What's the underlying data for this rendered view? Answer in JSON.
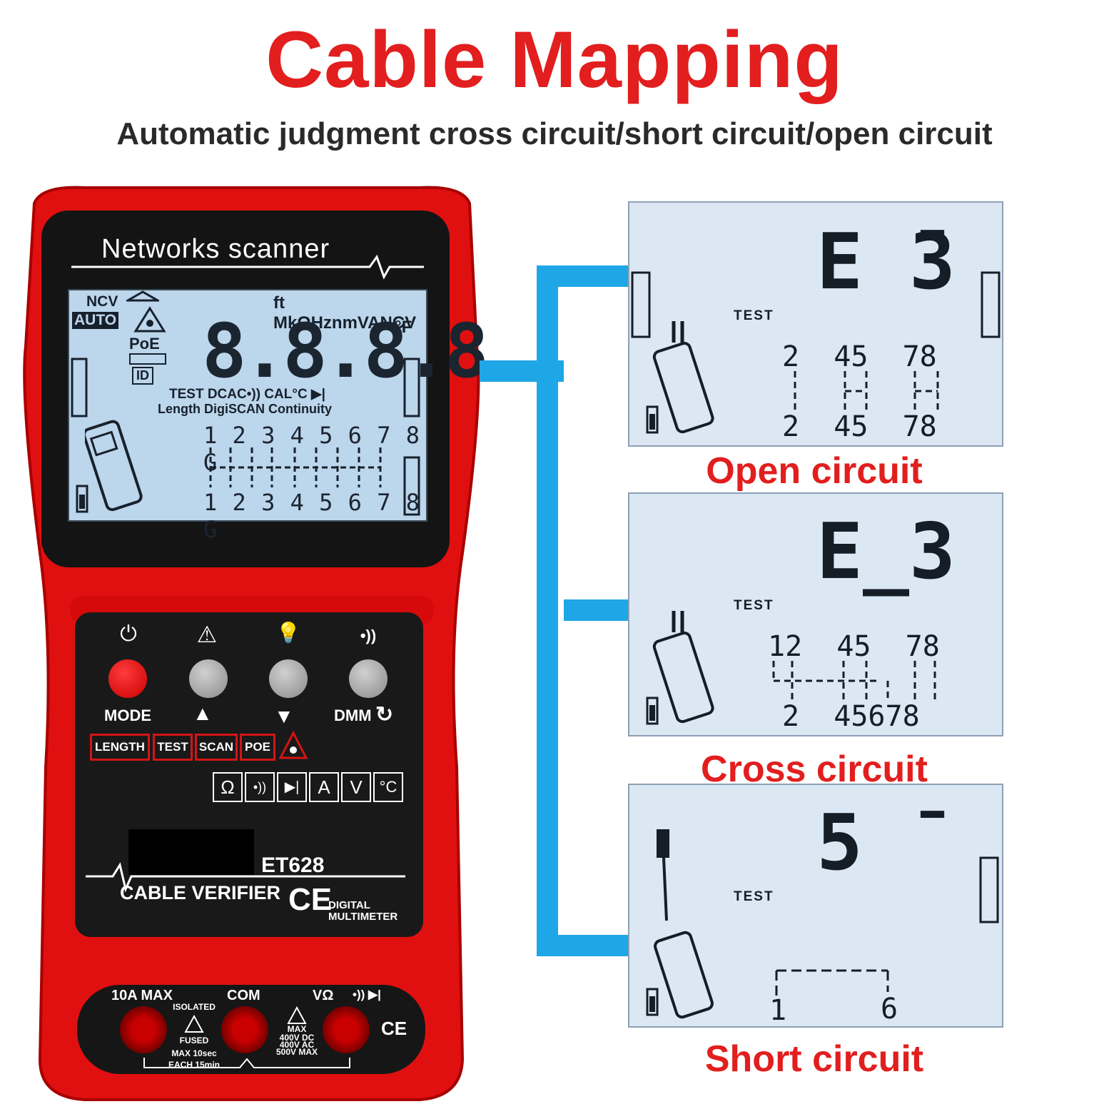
{
  "headline": {
    "title": "Cable Mapping",
    "subtitle": "Automatic judgment cross circuit/short circuit/open circuit"
  },
  "device": {
    "screen_title": "Networks scanner",
    "lcd": {
      "ncv": "NCV",
      "auto": "AUTO",
      "poe": "PoE",
      "id": "ID",
      "units": "ft MkΩHznmVANCV",
      "digits": "8.8.8.8",
      "deg_f": "°F",
      "mode_row": "TEST DCAC•)) CAL°C ▶|",
      "func_row": "Length DigiSCAN Continuity",
      "pins_top": "1 2 3 4 5 6 7 8 G",
      "pins_bottom": "1 2 3 4 5 6 7 8 G"
    },
    "buttons": {
      "power_icon": "⏻",
      "ncv_icon": "⚠",
      "light_icon": "💡",
      "sound_icon": "•))",
      "mode_label": "MODE",
      "up_label": "▲",
      "down_label": "▼",
      "dmm_label": "DMM",
      "dmm_icon": "↻"
    },
    "modes": [
      "LENGTH",
      "TEST",
      "SCAN",
      "POE"
    ],
    "functions": [
      "Ω",
      "•))",
      "▶|",
      "A",
      "V",
      "°C"
    ],
    "model": "ET628",
    "product": "CABLE VERIFIER",
    "ce": "CE",
    "digital": "DIGITAL",
    "multimeter": "MULTIMETER",
    "jacks": {
      "a10_label": "10A MAX",
      "com_label": "COM",
      "vohm_label": "VΩ",
      "vohm_icons": "•)) ▶|",
      "isolated": "ISOLATED",
      "fused": "FUSED",
      "max10": "MAX 10sec",
      "each15": "EACH 15min",
      "max": "MAX",
      "v400dc": "400V DC",
      "v400ac": "400V AC",
      "v500max": "500V MAX",
      "ce": "CE"
    }
  },
  "panels": [
    {
      "caption": "Open circuit",
      "code": "E ̄3",
      "test": "TEST",
      "top": "2  45  78",
      "bottom": "2  45  78"
    },
    {
      "caption": "Cross circuit",
      "code": "E_3",
      "test": "TEST",
      "top": "12  45  78",
      "bottom": "2  45678"
    },
    {
      "caption": "Short circuit",
      "code": "5 ̄",
      "test": "TEST",
      "left_pin": "1",
      "right_pin": "6"
    }
  ],
  "colors": {
    "accent_red": "#e21e1e",
    "connector_blue": "#1fa6e6",
    "lcd_blue": "#bcd6ec"
  }
}
